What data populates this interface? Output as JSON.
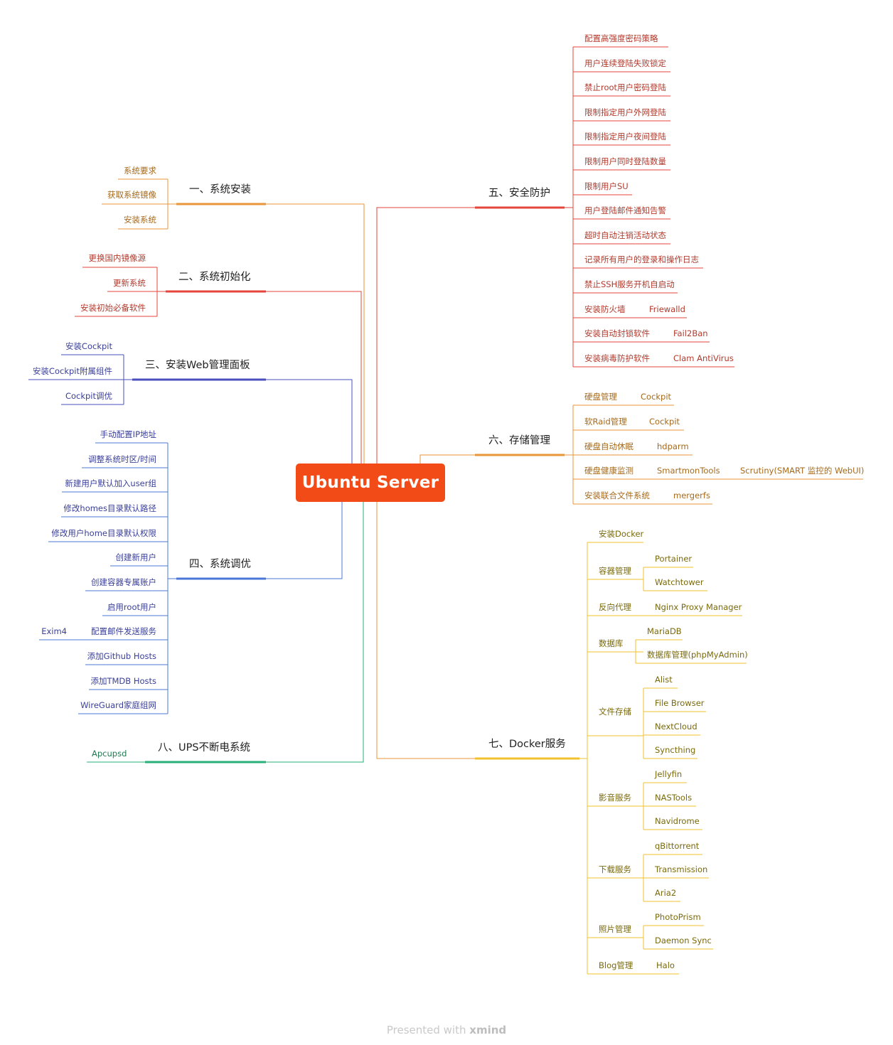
{
  "root": "Ubuntu Server",
  "colors": {
    "install": "#e8963a",
    "init": "#e5453a",
    "web": "#4a4fbd",
    "tune": "#4b78d6",
    "ups": "#27b07a",
    "security": "#e5453a",
    "storage": "#e8963a",
    "docker": "#f2c12e",
    "leaf_orange": "#a66a1c",
    "leaf_red": "#b23a2d",
    "leaf_blue": "#3a3f99",
    "leaf_green": "#1f7a52",
    "leaf_olive": "#7a6a0a"
  },
  "branches": {
    "install": {
      "title": "一、系统安装",
      "items": [
        "系统要求",
        "获取系统镜像",
        "安装系统"
      ]
    },
    "init": {
      "title": "二、系统初始化",
      "items": [
        "更换国内镜像源",
        "更新系统",
        "安装初始必备软件"
      ]
    },
    "web": {
      "title": "三、安装Web管理面板",
      "items": [
        "安装Cockpit",
        "安装Cockpit附属组件",
        "Cockpit调优"
      ]
    },
    "tune": {
      "title": "四、系统调优",
      "items": [
        "手动配置IP地址",
        "调整系统时区/时间",
        "新建用户默认加入user组",
        "修改homes目录默认路径",
        "修改用户home目录默认权限",
        "创建新用户",
        "创建容器专属账户",
        "启用root用户",
        "配置邮件发送服务",
        "添加Github Hosts",
        "添加TMDB Hosts",
        "WireGuard家庭组网"
      ],
      "mail_sub": "Exim4"
    },
    "ups": {
      "title": "八、UPS不断电系统",
      "items": [
        "Apcupsd"
      ]
    },
    "security": {
      "title": "五、安全防护",
      "items": [
        "配置高强度密码策略",
        "用户连续登陆失败锁定",
        "禁止root用户密码登陆",
        "限制指定用户外网登陆",
        "限制指定用户夜间登陆",
        "限制用户同时登陆数量",
        "限制用户SU",
        "用户登陆邮件通知告警",
        "超时自动注销活动状态",
        "记录所有用户的登录和操作日志",
        "禁止SSH服务开机自启动",
        "安装防火墙",
        "安装自动封锁软件",
        "安装病毒防护软件"
      ],
      "subs": {
        "firewall": "Friewalld",
        "ban": "Fail2Ban",
        "av": "Clam AntiVirus"
      }
    },
    "storage": {
      "title": "六、存储管理",
      "items": [
        "硬盘管理",
        "软Raid管理",
        "硬盘自动休眠",
        "硬盘健康监测",
        "安装联合文件系统"
      ],
      "subs": {
        "disk": "Cockpit",
        "raid": "Cockpit",
        "sleep": "hdparm",
        "health": "SmartmonTools",
        "health2": "Scrutiny(SMART 监控的 WebUI)",
        "union": "mergerfs"
      }
    },
    "docker": {
      "title": "七、Docker服务",
      "items": [
        "安装Docker",
        "容器管理",
        "反向代理",
        "数据库",
        "文件存储",
        "影音服务",
        "下载服务",
        "照片管理",
        "Blog管理"
      ],
      "subs": {
        "container": [
          "Portainer",
          "Watchtower"
        ],
        "proxy": [
          "Nginx Proxy Manager"
        ],
        "db": [
          "MariaDB",
          "数据库管理(phpMyAdmin)"
        ],
        "files": [
          "Alist",
          "File Browser",
          "NextCloud",
          "Syncthing"
        ],
        "media": [
          "Jellyfin",
          "NASTools",
          "Navidrome"
        ],
        "download": [
          "qBittorrent",
          "Transmission",
          "Aria2"
        ],
        "photo": [
          "PhotoPrism",
          "Daemon Sync"
        ],
        "blog": [
          "Halo"
        ]
      }
    }
  },
  "footer": {
    "prefix": "Presented with",
    "brand": "xmind"
  }
}
